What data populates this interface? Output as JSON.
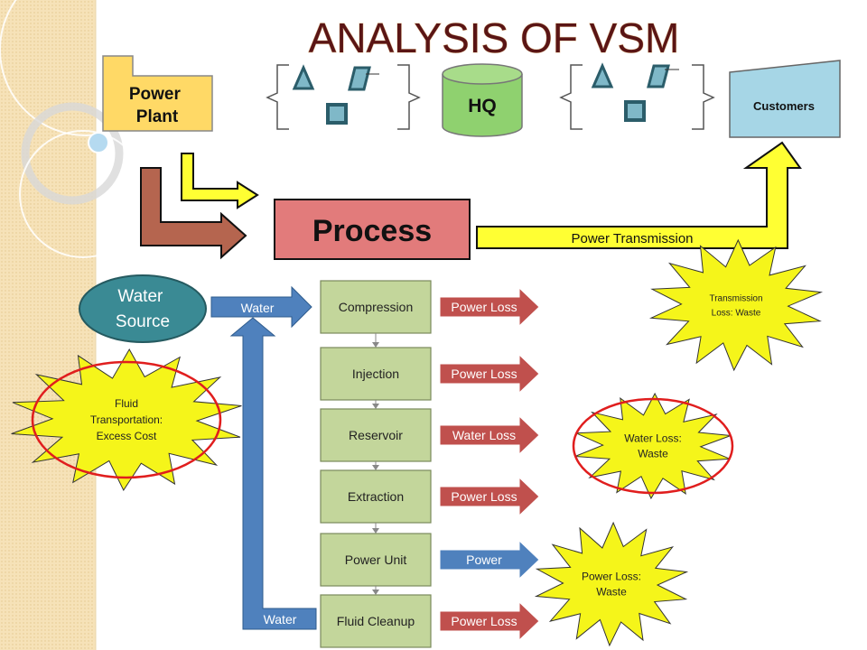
{
  "title": "ANALYSIS OF VSM",
  "top": {
    "power_plant": "Power Plant",
    "hq": "HQ",
    "customers": "Customers",
    "process": "Process",
    "power_transmission": "Power Transmission"
  },
  "water_source": "Water Source",
  "steps": [
    "Compression",
    "Injection",
    "Reservoir",
    "Extraction",
    "Power Unit",
    "Fluid Cleanup"
  ],
  "outputs": [
    "Power Loss",
    "Power Loss",
    "Water Loss",
    "Power Loss",
    "Power",
    "Power Loss"
  ],
  "water_in_label": "Water",
  "water_return_label": "Water",
  "bursts": {
    "transmission": "Transmission Loss: Waste",
    "fluid": "Fluid Transportation: Excess Cost",
    "water_loss": "Water Loss: Waste",
    "power_loss": "Power Loss: Waste"
  },
  "colors": {
    "title": "#5a1515",
    "power_plant": "#ffd966",
    "hq": "#8fd16f",
    "customers": "#a6d6e6",
    "process": "#e27b7b",
    "water_source": "#3a8a94",
    "step_fill": "#c3d69b",
    "loss_arrow": "#c0504d",
    "water_arrow": "#4f81bd",
    "burst": "#f5f51a",
    "highlight": "#e01e1e"
  }
}
